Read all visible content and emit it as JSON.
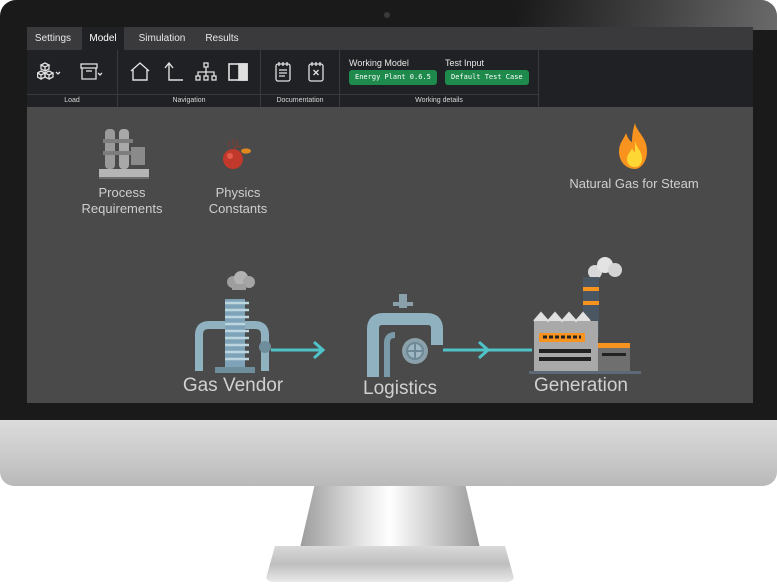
{
  "menu": {
    "tabs": [
      {
        "label": "Settings"
      },
      {
        "label": "Model",
        "active": true
      },
      {
        "label": "Simulation"
      },
      {
        "label": "Results"
      }
    ]
  },
  "ribbon": {
    "groups": {
      "load": "Load",
      "navigation": "Navigation",
      "documentation": "Documentation",
      "working_details": "Working details"
    },
    "working_model_label": "Working Model",
    "working_model_value": "Energy Plant 0.6.5",
    "test_input_label": "Test Input",
    "test_input_value": "Default Test Case",
    "badge_color": "#1e8b4c"
  },
  "canvas": {
    "process_requirements": "Process\nRequirements",
    "physics_constants": "Physics\nConstants",
    "natural_gas": "Natural Gas for Steam",
    "gas_vendor": "Gas Vendor",
    "logistics": "Logistics",
    "generation": "Generation",
    "flow_color": "#4fc3c8",
    "fire_color": "#f7931e"
  }
}
